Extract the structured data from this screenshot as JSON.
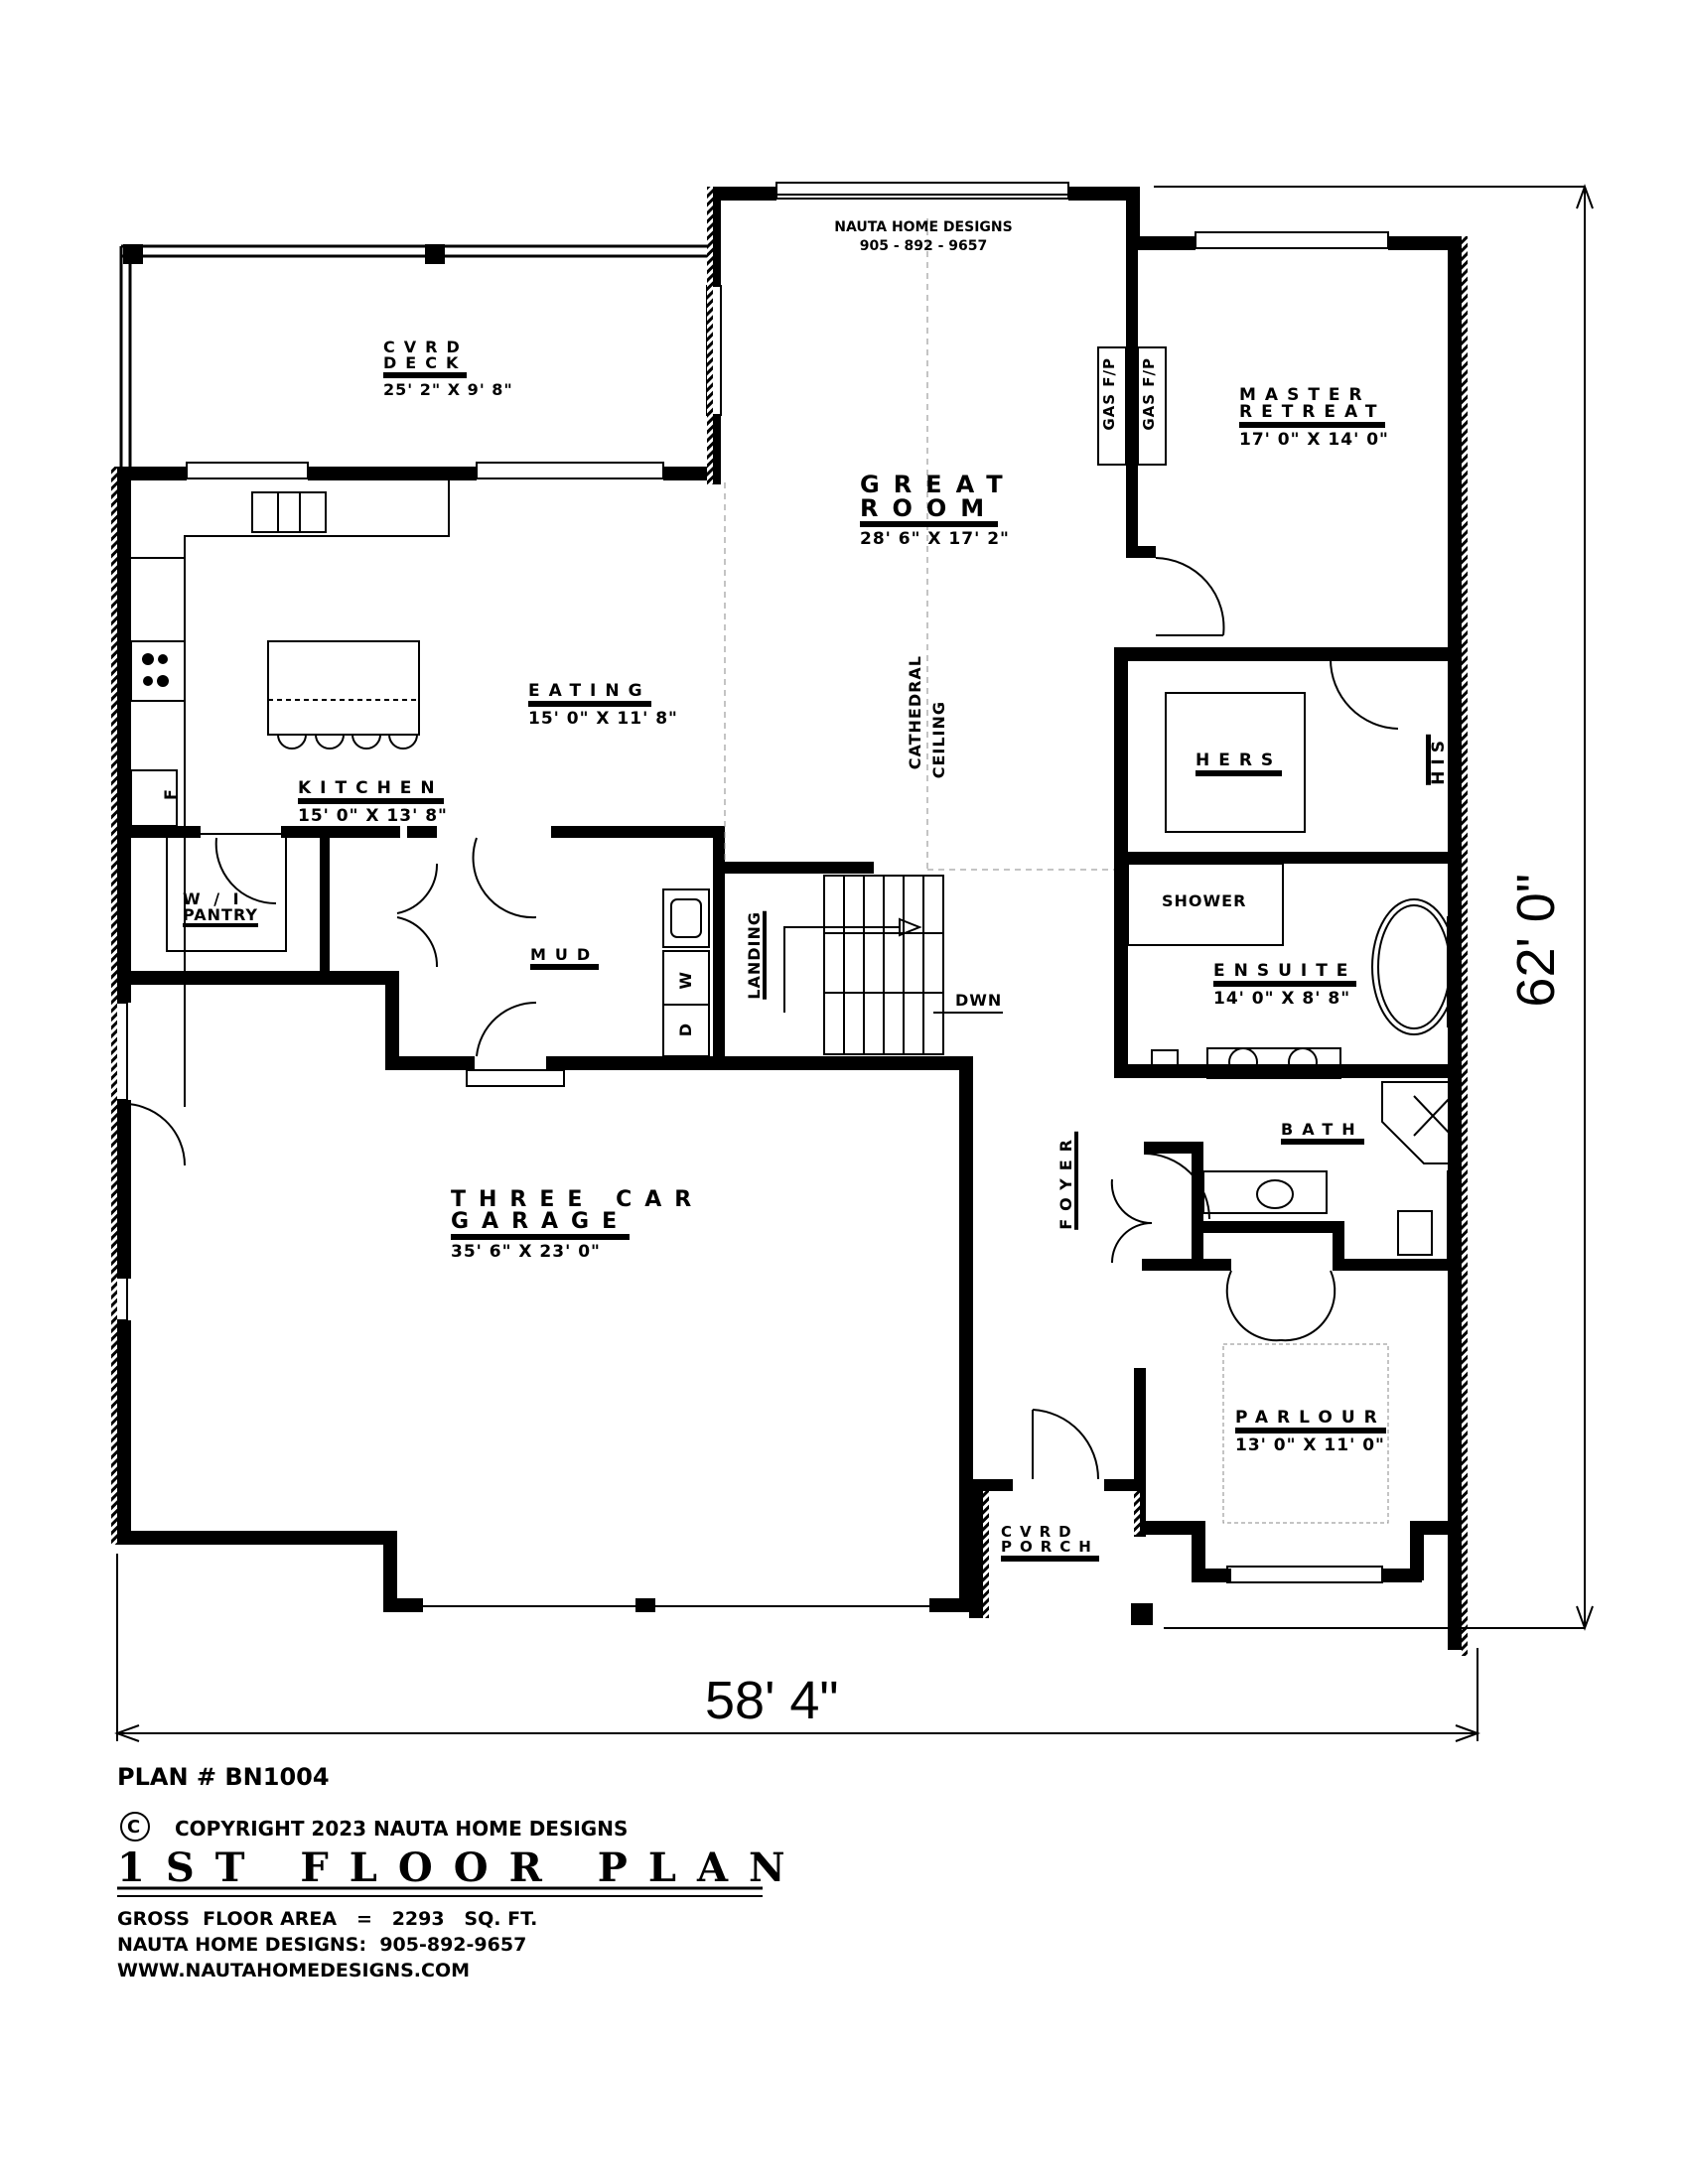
{
  "watermark": {
    "company": "NAUTA HOME DESIGNS",
    "phone": "905 - 892 - 9657"
  },
  "rooms": {
    "deck": {
      "line1": "CVRD",
      "line2": "DECK",
      "dims": "25' 2\" X 9' 8\""
    },
    "great_room": {
      "line1": "GREAT",
      "line2": "ROOM",
      "dims": "28' 6\" X 17' 2\""
    },
    "master": {
      "line1": "MASTER",
      "line2": "RETREAT",
      "dims": "17' 0\" X 14' 0\""
    },
    "eating": {
      "name": "EATING",
      "dims": "15' 0\" X 11' 8\""
    },
    "kitchen": {
      "name": "KITCHEN",
      "dims": "15' 0\" X 13' 8\""
    },
    "hers": {
      "name": "HERS"
    },
    "his": {
      "name": "HIS"
    },
    "shower": {
      "name": "SHOWER"
    },
    "ensuite": {
      "name": "ENSUITE",
      "dims": "14' 0\" X 8' 8\""
    },
    "pantry": {
      "line1": "W / I",
      "line2": "PANTRY"
    },
    "mud": {
      "name": "MUD"
    },
    "landing": {
      "name": "LANDING"
    },
    "dwn": {
      "name": "DWN"
    },
    "garage": {
      "line1": "THREE  CAR",
      "line2": "GARAGE",
      "dims": "35' 6\" X 23' 0\""
    },
    "foyer": {
      "name": "FOYER"
    },
    "bath": {
      "name": "BATH"
    },
    "parlour": {
      "name": "PARLOUR",
      "dims": "13' 0\" X 11' 0\""
    },
    "porch": {
      "line1": "CVRD",
      "line2": "PORCH"
    }
  },
  "annotations": {
    "cathedral": "CATHEDRAL",
    "ceiling": "CEILING",
    "gas_fp_left": "GAS F/P",
    "gas_fp_right": "GAS F/P",
    "fridge": "F",
    "washer": "W",
    "dryer": "D"
  },
  "dimensions": {
    "width": "58' 4\"",
    "depth": "62' 0\""
  },
  "title_block": {
    "plan_number": "PLAN # BN1004",
    "copyright_symbol": "C",
    "copyright": "COPYRIGHT 2023 NAUTA HOME DESIGNS",
    "title": "1ST FLOOR PLAN",
    "gross_area": "GROSS  FLOOR AREA   =   2293   SQ. FT.",
    "contact": "NAUTA HOME DESIGNS:  905-892-9657",
    "website": "WWW.NAUTAHOMEDESIGNS.COM"
  }
}
